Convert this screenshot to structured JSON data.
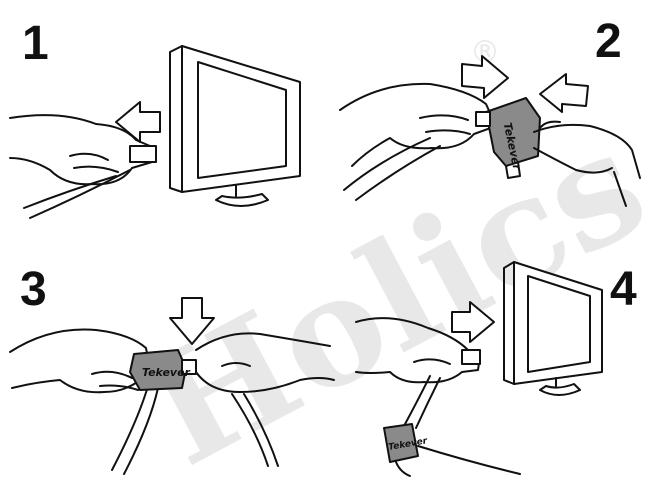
{
  "steps": [
    {
      "number": "1"
    },
    {
      "number": "2"
    },
    {
      "number": "3"
    },
    {
      "number": "4"
    }
  ],
  "adapter": {
    "brand_text": "Tekever"
  },
  "watermark": {
    "text": "Holics",
    "mark": "®"
  },
  "colors": {
    "ink": "#111111",
    "adapter_fill": "#8a8a8a",
    "watermark": "#d9d9d9"
  }
}
